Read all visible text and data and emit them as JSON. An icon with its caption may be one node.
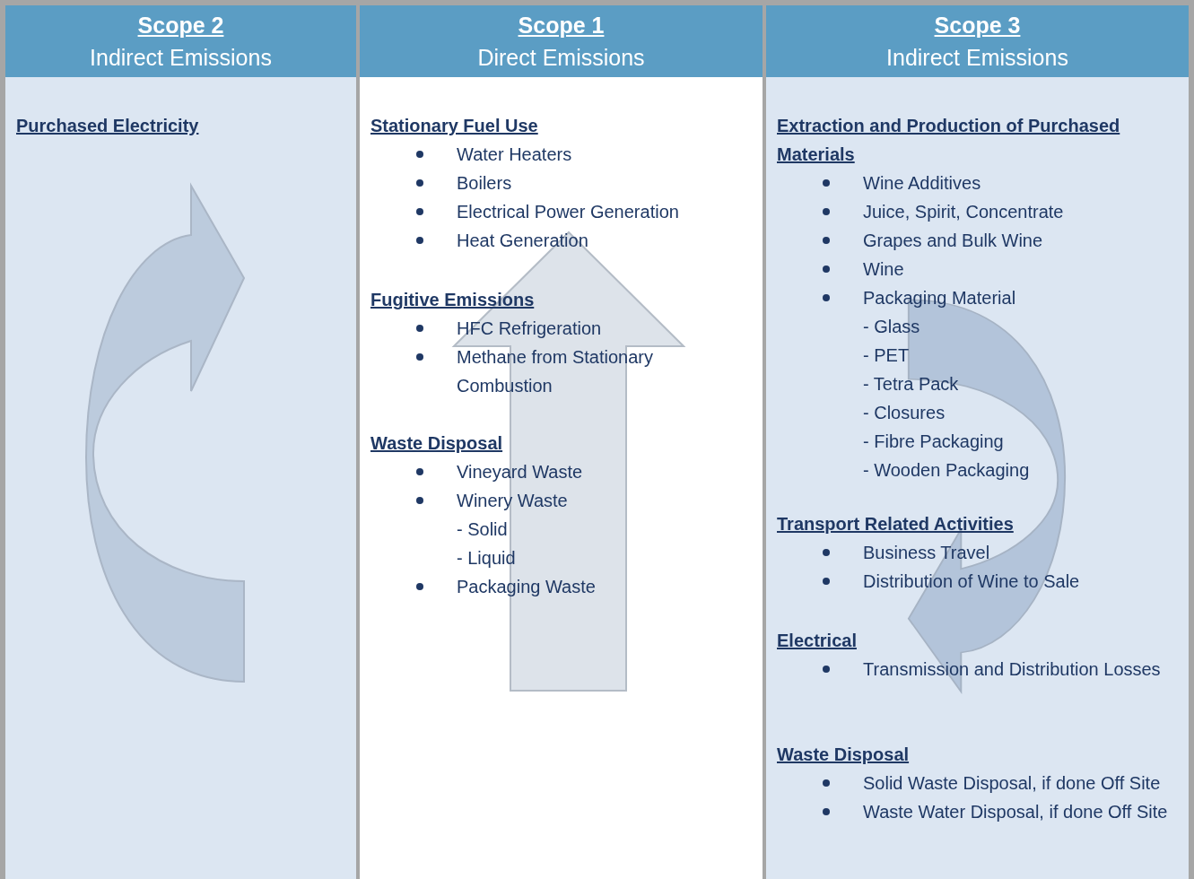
{
  "diagram": {
    "nodes": [
      {
        "text": [
          "Scope 2",
          "Indirect Emissions"
        ]
      },
      {
        "text": [
          "Purchased Electricity"
        ],
        "in": 0
      },
      {
        "text": [
          "Scope 1",
          "Direct Emissions"
        ]
      },
      {
        "text": [
          "Stationary Fuel Use",
          "Water Heaters",
          "Boilers",
          "Electrical Power Generation",
          "Heat Generation"
        ],
        "in": 2
      },
      {
        "text": [
          "Fugitive Emissions",
          "HFC Refrigeration",
          "Methane from Stationary Combustion"
        ],
        "in": 2
      },
      {
        "text": [
          "Waste Disposal",
          "Vineyard Waste",
          "Winery Waste",
          "- Solid",
          "- Liquid",
          "Packaging Waste"
        ],
        "in": 2
      },
      {
        "text": [
          "Scope 3",
          "Indirect Emissions"
        ]
      },
      {
        "text": [
          "Extraction and Production of Purchased Materials",
          "Wine Additives",
          "Juice, Spirit, Concentrate",
          "Grapes and Bulk Wine",
          "Wine",
          "Packaging Material",
          "- Glass",
          "- PET",
          "- Tetra Pack",
          "- Closures",
          "- Fibre Packaging",
          "- Wooden Packaging"
        ],
        "in": 6
      },
      {
        "text": [
          "Transport Related Activities",
          "Business Travel",
          "Distribution of Wine to Sale"
        ],
        "in": 6
      },
      {
        "text": [
          "Electrical",
          "Transmission and Distribution Losses"
        ],
        "in": 6
      },
      {
        "text": [
          "Waste Disposal",
          "Solid Waste Disposal, if done Off Site",
          "Waste Water Disposal, if done Off Site"
        ],
        "in": 6
      }
    ],
    "edges": []
  }
}
